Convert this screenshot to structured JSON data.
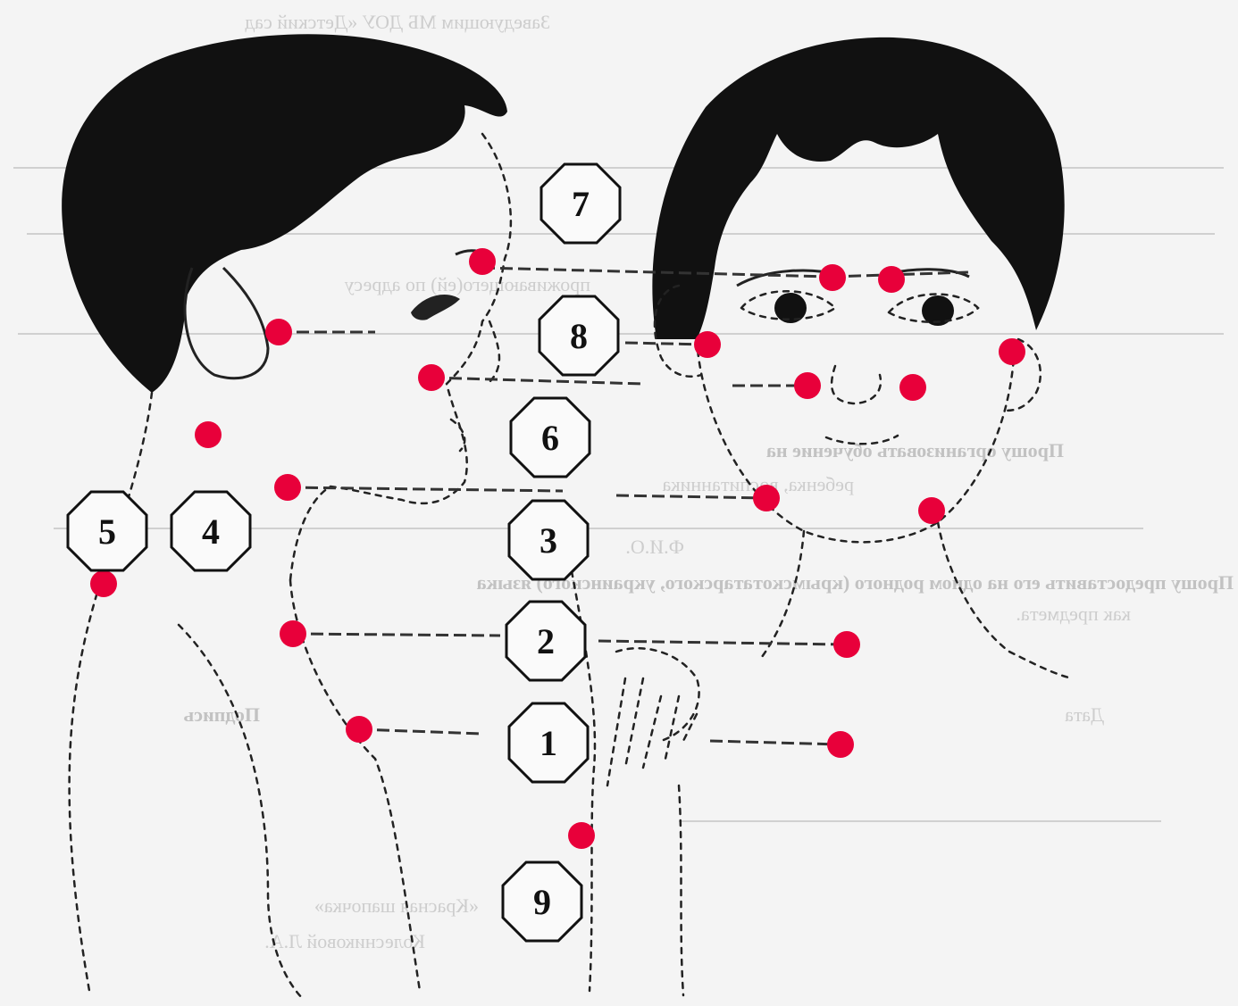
{
  "points": [
    {
      "id": "point-1",
      "number": "1"
    },
    {
      "id": "point-2",
      "number": "2"
    },
    {
      "id": "point-3",
      "number": "3"
    },
    {
      "id": "point-4",
      "number": "4"
    },
    {
      "id": "point-5",
      "number": "5"
    },
    {
      "id": "point-6",
      "number": "6"
    },
    {
      "id": "point-7",
      "number": "7"
    },
    {
      "id": "point-8",
      "number": "8"
    },
    {
      "id": "point-9",
      "number": "9"
    }
  ],
  "colors": {
    "massage_point": "#e8003a",
    "hair": "#111111",
    "line": "#222222"
  },
  "bleed_through": {
    "line1": "Заведующим МБ ДОУ «Детский сад",
    "line2": "«Красная шапочка»",
    "line3": "Колесниковой Л.А.",
    "line4": "Прошу организовать обучение на",
    "line5": "ребенка, воспитанника",
    "line6": "Прошу предоставить его на одном родного (крымскотатарского, украинского) языка",
    "line7": "как предмета.",
    "line8": "Подпись",
    "line9": "Дата",
    "line10": "Ф.И.О.",
    "line11": "проживающего(ей) по адресу"
  }
}
